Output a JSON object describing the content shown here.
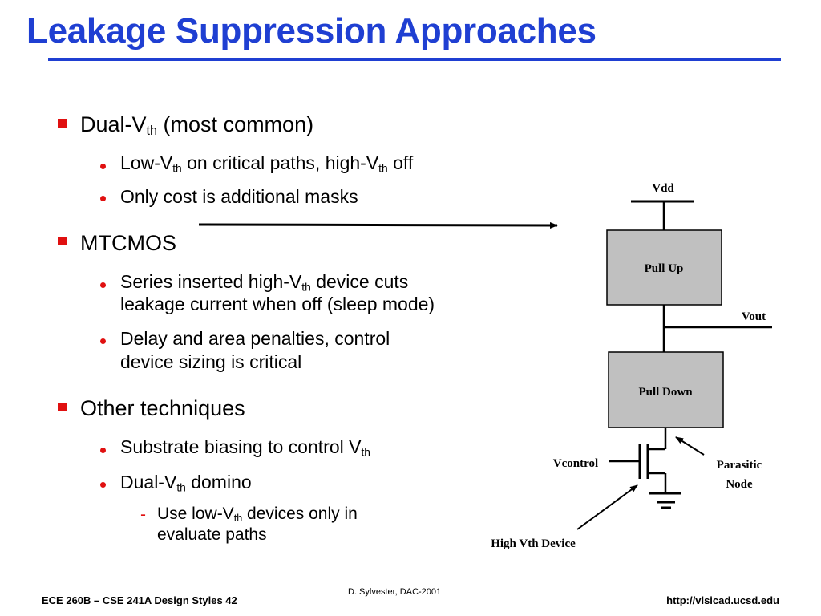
{
  "slide": {
    "title": "Leakage Suppression Approaches",
    "bullets": [
      {
        "text": "Dual-V",
        "sub": "th",
        "after": " (most common)"
      },
      {
        "text": "MTCMOS"
      },
      {
        "text": "Other techniques"
      }
    ],
    "subbullets": {
      "dual_vth_1": {
        "a": "Low-V",
        "sub1": "th",
        "b": " on critical paths, high-V",
        "sub2": "th",
        "c": " off"
      },
      "dual_vth_2": "Only cost is additional masks",
      "mtcmos_1_line1_a": "Series inserted high-V",
      "mtcmos_1_line1_sub": "th",
      "mtcmos_1_line1_b": " device cuts",
      "mtcmos_1_line2": "leakage current when off (sleep mode)",
      "mtcmos_2_line1": "Delay and area penalties, control",
      "mtcmos_2_line2": "device sizing is critical",
      "other_1_a": "Substrate biasing to control V",
      "other_1_sub": "th",
      "other_2_a": "Dual-V",
      "other_2_sub": "th",
      "other_2_b": " domino",
      "other_2_sub1_line1_a": "Use low-V",
      "other_2_sub1_line1_sub": "th",
      "other_2_sub1_line1_b": " devices only in",
      "other_2_sub1_line2": "evaluate paths"
    }
  },
  "diagram": {
    "vdd": "Vdd",
    "pull_up": "Pull Up",
    "vout": "Vout",
    "pull_down": "Pull Down",
    "vcontrol": "Vcontrol",
    "parasitic_line1": "Parasitic",
    "parasitic_line2": "Node",
    "high_vth": "High Vth Device"
  },
  "footer": {
    "left": "ECE 260B – CSE 241A Design Styles 42",
    "center": "D. Sylvester, DAC-2001",
    "right": "http://vlsicad.ucsd.edu"
  },
  "colors": {
    "title": "#1f3fd2",
    "bullet": "#e01010",
    "box_fill": "#c0c0c0"
  },
  "icons": {
    "level1_bullet": "red-square-icon",
    "level2_bullet": "red-dot-icon",
    "level3_bullet": "red-dash"
  }
}
